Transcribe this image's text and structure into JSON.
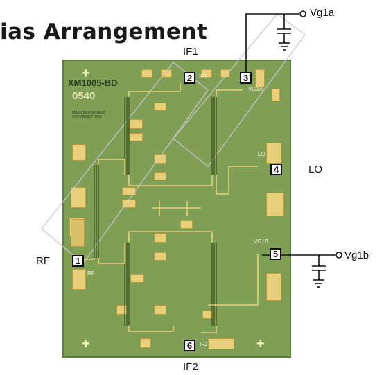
{
  "title": "ias Arrangement",
  "external_labels": {
    "vg1a": "Vg1a",
    "vg1b": "Vg1b",
    "if1": "IF1",
    "if2": "IF2",
    "lo": "LO",
    "rf": "RF"
  },
  "chip": {
    "part_number": "XM1005-BD",
    "die_code": "0540",
    "fine_print": [
      "MIMIX BROADBAND",
      "COPYRIGHT 2004"
    ],
    "pin_labels": {
      "if1": "IF1",
      "vg1a": "VG1A",
      "lo": "LO",
      "vg1b": "VG1B",
      "rf": "RF",
      "if2": "IF2"
    }
  },
  "pins": [
    {
      "id": "pin-1",
      "number": "1"
    },
    {
      "id": "pin-2",
      "number": "2"
    },
    {
      "id": "pin-3",
      "number": "3"
    },
    {
      "id": "pin-4",
      "number": "4"
    },
    {
      "id": "pin-5",
      "number": "5"
    },
    {
      "id": "pin-6",
      "number": "6"
    }
  ],
  "colors": {
    "chip_green": "#7f9e56",
    "metal_gold": "#e8cf7a",
    "wire": "#111111"
  }
}
